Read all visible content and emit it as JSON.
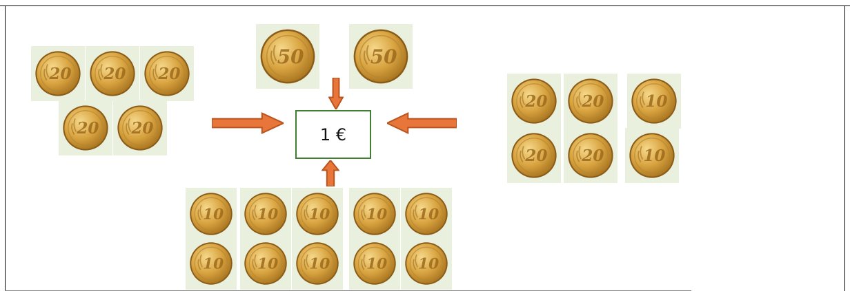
{
  "total": {
    "label": "1 €"
  },
  "coin_groups": [
    {
      "name": "group-20-cent-left",
      "denomination": "20",
      "count": 5
    },
    {
      "name": "group-50-cent-top",
      "denomination": "50",
      "count": 2
    },
    {
      "name": "group-10-cent-bottom",
      "denomination": "10",
      "count": 10
    },
    {
      "name": "group-mixed-right",
      "denominations": [
        "20",
        "20",
        "10",
        "20",
        "20",
        "10"
      ],
      "count": 6
    }
  ],
  "colors": {
    "arrow": "#e8763a",
    "arrow_outline": "#b9541f",
    "box_border": "#3f7f32",
    "coin_gold": "#d9a441",
    "coin_tile_bg": "#e9f0dd"
  },
  "icons": {
    "coin": "euro-cent-coin-icon",
    "arrow": "orange-block-arrow-icon"
  }
}
